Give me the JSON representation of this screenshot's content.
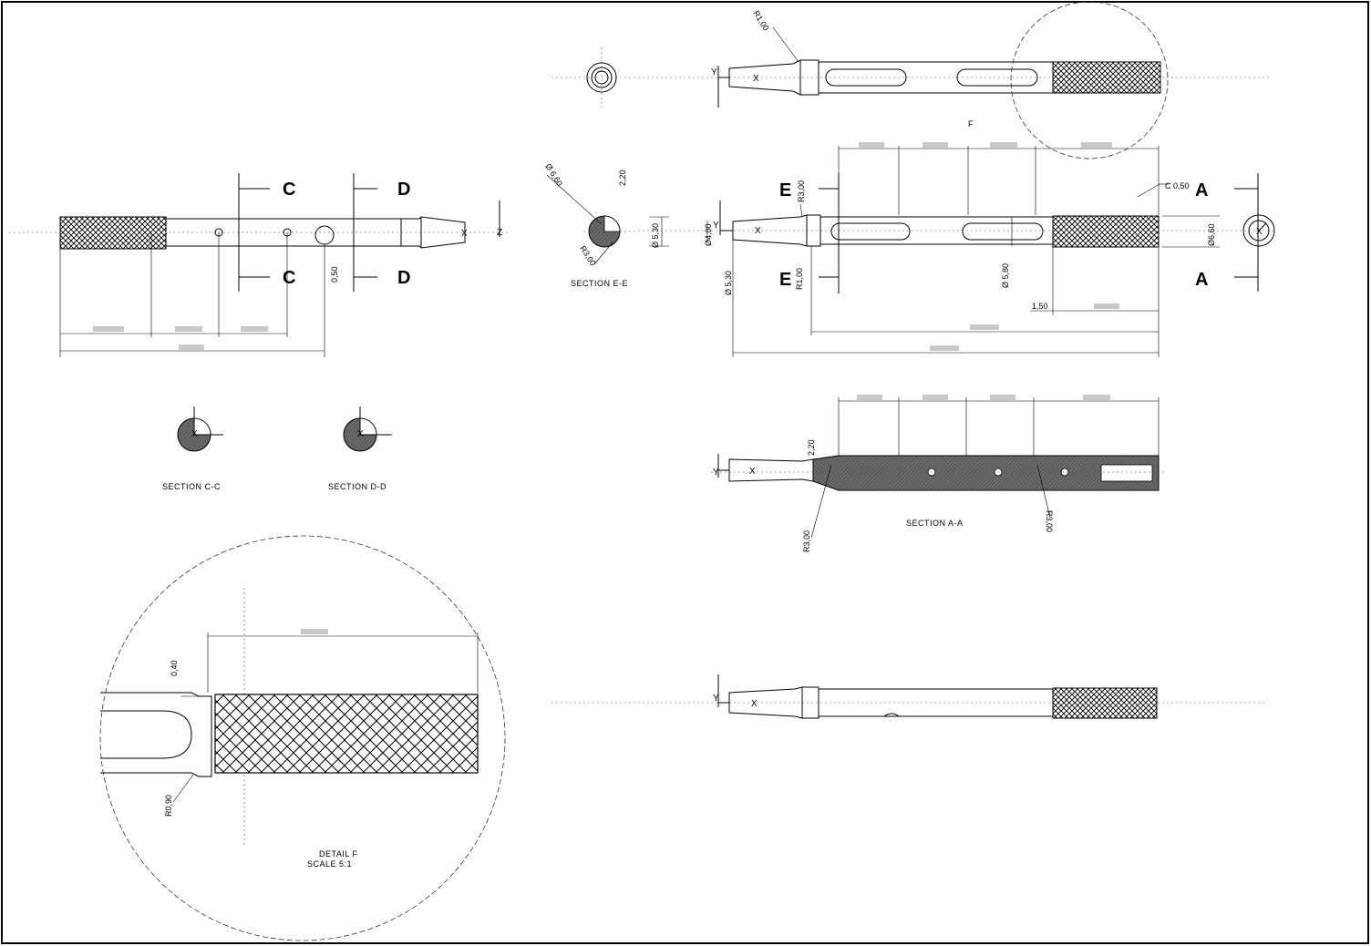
{
  "section_labels": {
    "c": "C",
    "d": "D",
    "e": "E",
    "a": "A",
    "f": "F"
  },
  "captions": {
    "section_cc": "SECTION C-C",
    "section_dd": "SECTION D-D",
    "section_ee": "SECTION E-E",
    "section_aa": "SECTION A-A",
    "detail_f": "DETAIL F",
    "scale": "SCALE 5:1"
  },
  "axis": {
    "x": "X",
    "y": "Y",
    "z": "Z"
  },
  "dimensions": {
    "r_top": "R1,00",
    "d660_ee": "Ø 6,60",
    "h220_ee": "2,20",
    "r300_ee": "R3,00",
    "r300_main": "R3,00",
    "d530_a": "Ø 5,30",
    "d400": "Ø4,00",
    "d530_b": "Ø 5,30",
    "r100_main": "R1,00",
    "d580": "Ø 5,80",
    "d660_right": "Ø6,60",
    "chamfer": "C 0,50",
    "l150": "1,50",
    "h050": "0,50",
    "h220_aa": "2,20",
    "r300_aa_left": "R3,00",
    "r300_aa_right": "R3,00",
    "h040": "0,40",
    "r090": "R0,90"
  }
}
